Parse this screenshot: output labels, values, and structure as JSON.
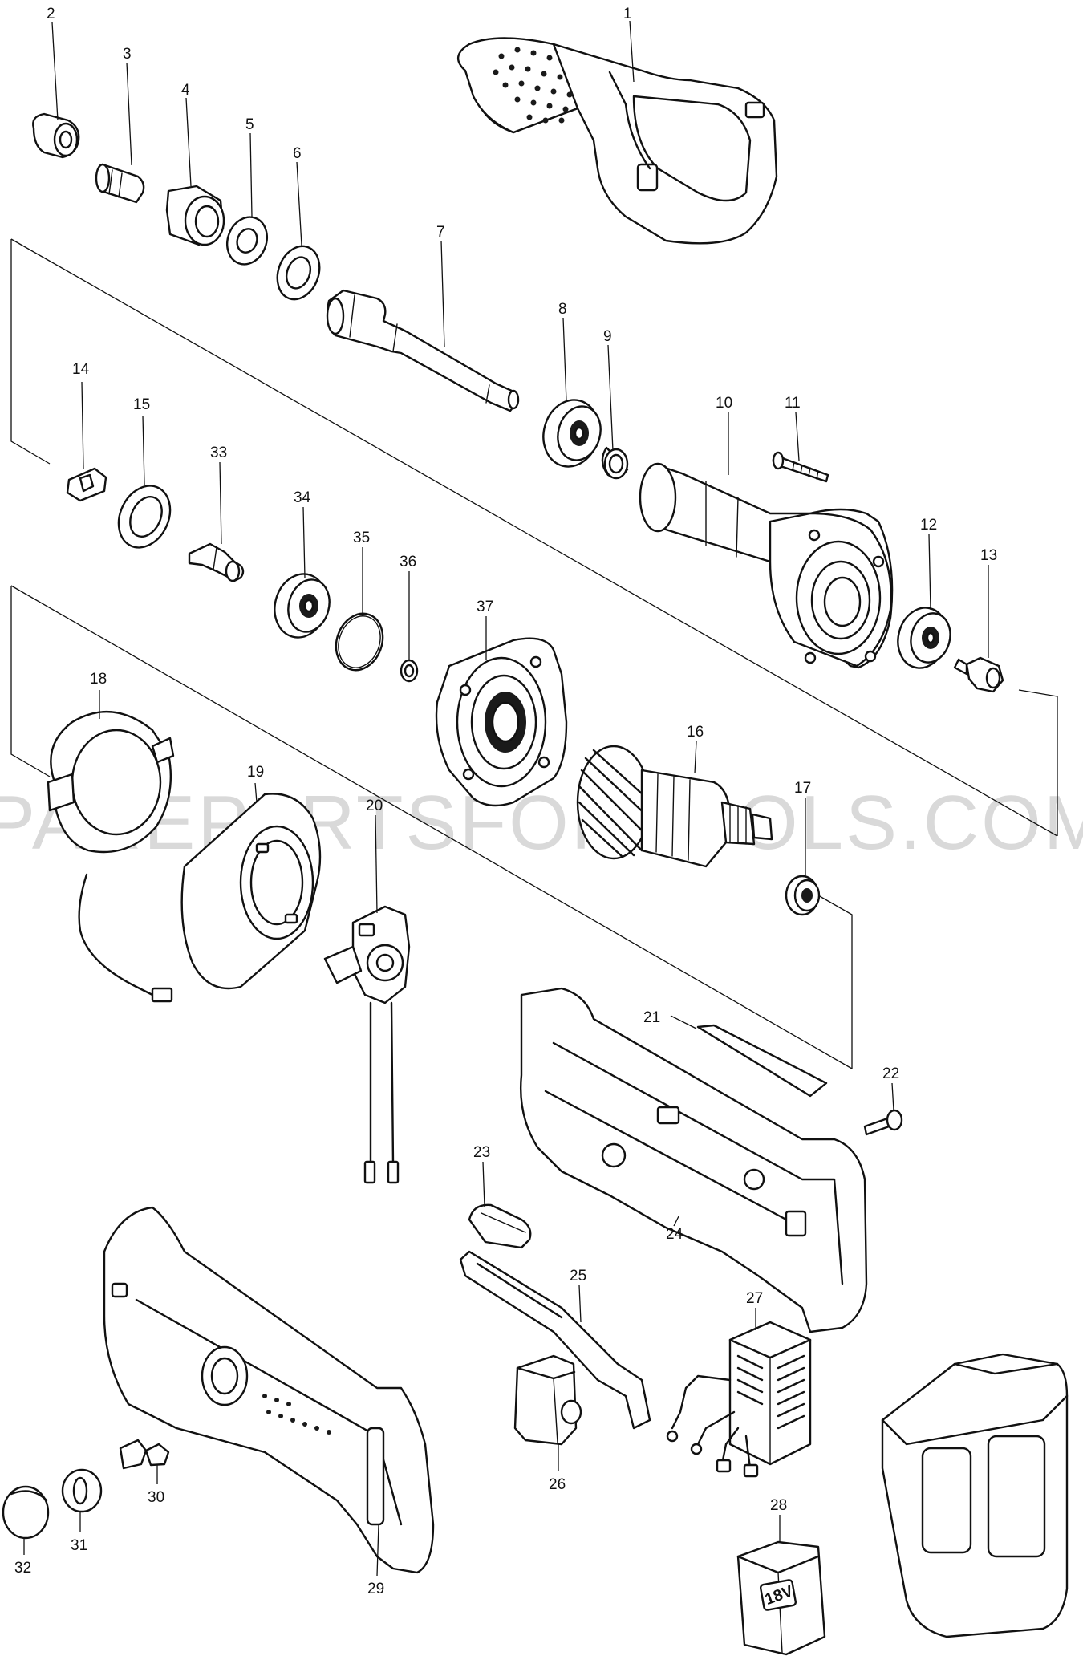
{
  "watermark": "PAREPARTSFORTOOLS.COM.A",
  "battery_label": "18V",
  "part_numbers": [
    "1",
    "2",
    "3",
    "4",
    "5",
    "6",
    "7",
    "8",
    "9",
    "10",
    "11",
    "12",
    "13",
    "14",
    "15",
    "16",
    "17",
    "18",
    "19",
    "20",
    "21",
    "22",
    "23",
    "24",
    "25",
    "26",
    "27",
    "28",
    "29",
    "30",
    "31",
    "32",
    "33",
    "34",
    "35",
    "36",
    "37"
  ],
  "parts": [
    {
      "number": "1",
      "icon": "grip-housing-icon"
    },
    {
      "number": "2",
      "icon": "collet-nut-icon"
    },
    {
      "number": "3",
      "icon": "collet-icon"
    },
    {
      "number": "4",
      "icon": "bearing-box-nut-icon"
    },
    {
      "number": "5",
      "icon": "flat-washer-icon"
    },
    {
      "number": "6",
      "icon": "flat-washer-icon"
    },
    {
      "number": "7",
      "icon": "spindle-icon"
    },
    {
      "number": "8",
      "icon": "ball-bearing-icon"
    },
    {
      "number": "9",
      "icon": "retaining-ring-icon"
    },
    {
      "number": "10",
      "icon": "motor-housing-icon"
    },
    {
      "number": "11",
      "icon": "tapping-screw-icon"
    },
    {
      "number": "12",
      "icon": "ball-bearing-icon"
    },
    {
      "number": "13",
      "icon": "sensor-insulator-icon"
    },
    {
      "number": "14",
      "icon": "clip-icon"
    },
    {
      "number": "15",
      "icon": "flat-washer-icon"
    },
    {
      "number": "16",
      "icon": "armature-icon"
    },
    {
      "number": "17",
      "icon": "ball-bearing-icon"
    },
    {
      "number": "18",
      "icon": "sensor-circuit-icon"
    },
    {
      "number": "19",
      "icon": "stator-icon"
    },
    {
      "number": "20",
      "icon": "switch-unit-icon"
    },
    {
      "number": "21",
      "icon": "name-plate-icon"
    },
    {
      "number": "22",
      "icon": "tapping-screw-icon"
    },
    {
      "number": "23",
      "icon": "switch-lever-icon"
    },
    {
      "number": "24",
      "icon": "housing-set-left-icon"
    },
    {
      "number": "25",
      "icon": "switch-rod-icon"
    },
    {
      "number": "26",
      "icon": "switch-icon"
    },
    {
      "number": "27",
      "icon": "controller-icon"
    },
    {
      "number": "28",
      "icon": "terminal-cover-icon"
    },
    {
      "number": "29",
      "icon": "housing-set-right-icon"
    },
    {
      "number": "30",
      "icon": "lock-button-icon"
    },
    {
      "number": "31",
      "icon": "led-lens-icon"
    },
    {
      "number": "32",
      "icon": "cap-icon"
    },
    {
      "number": "33",
      "icon": "spindle-lock-icon"
    },
    {
      "number": "34",
      "icon": "ball-bearing-icon"
    },
    {
      "number": "35",
      "icon": "o-ring-icon"
    },
    {
      "number": "36",
      "icon": "retaining-ring-icon"
    },
    {
      "number": "37",
      "icon": "bearing-retainer-icon"
    }
  ]
}
